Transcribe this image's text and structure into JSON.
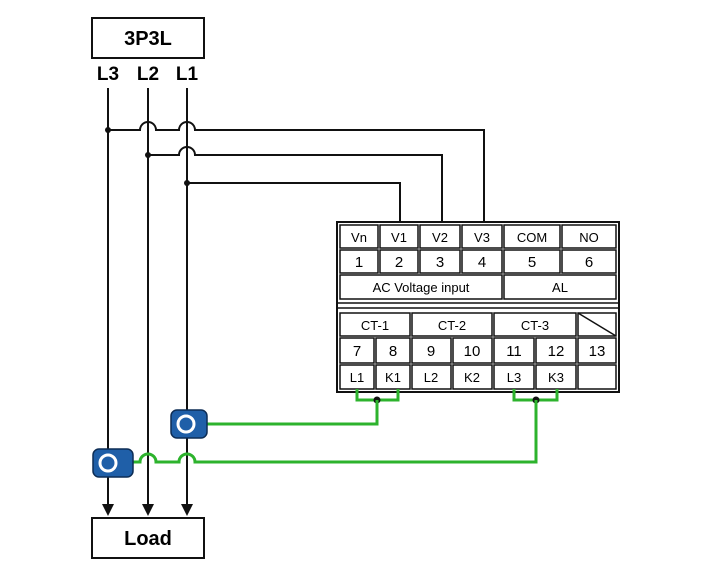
{
  "source_box": {
    "label": "3P3L"
  },
  "lines": [
    "L3",
    "L2",
    "L1"
  ],
  "load_box": {
    "label": "Load"
  },
  "terminal_block": {
    "voltage_labels": [
      "Vn",
      "V1",
      "V2",
      "V3",
      "COM",
      "NO"
    ],
    "voltage_numbers": [
      "1",
      "2",
      "3",
      "4",
      "5",
      "6"
    ],
    "ac_voltage_label": "AC Voltage input",
    "al_label": "AL",
    "ct_groups": [
      "CT-1",
      "CT-2",
      "CT-3"
    ],
    "ct_numbers": [
      "7",
      "8",
      "9",
      "10",
      "11",
      "12",
      "13"
    ],
    "ct_pins": [
      "L1",
      "K1",
      "L2",
      "K2",
      "L3",
      "K3"
    ]
  },
  "colors": {
    "wire": "#111111",
    "ct_wire": "#2db32d",
    "ct_sensor": "#1f5fa8"
  }
}
